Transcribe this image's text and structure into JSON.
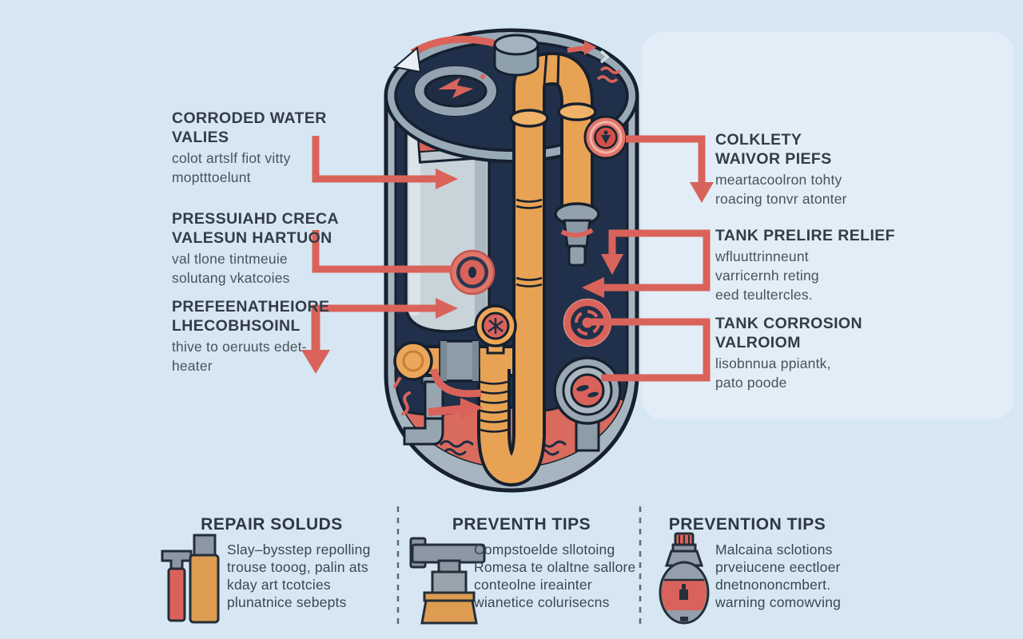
{
  "colors": {
    "background": "#d6e7f3",
    "accent_red": "#d9635a",
    "salmon": "#e0756a",
    "navy_interior": "#20304a",
    "outline_dark": "#16202e",
    "pipe_orange": "#e8a254",
    "steel_gray": "#a6b5c0",
    "sediment_pool": "#d96a5e"
  },
  "diagram": {
    "illustration": "water-heater-cutaway",
    "left_labels": [
      {
        "title": "CORRODED WATER\nVALIES",
        "desc": "colot artslf fiot vitty\nmoptttoelunt"
      },
      {
        "title": "PRESSUIAHD CRECA\nVALESUN HARTUON",
        "desc": "val tlone tintmeuie\nsolutang vkatcoies"
      },
      {
        "title": "PREFEENATHEIORE\nLHECOBHSOINL",
        "desc": "thive to oeruuts edet-\nheater"
      }
    ],
    "right_labels": [
      {
        "title": "COLKLETY\nWAIVOR PIEFS",
        "desc": "meartacoolron tohty\nroacing tonvr atonter"
      },
      {
        "title": "TANK PRELIRE RELIEF",
        "desc": "wfluuttrinneunt\nvarricernh reting\need teultercles."
      },
      {
        "title": "TANK CORROSION\nVALROIOM",
        "desc": "lisobnnua ppiantk,\npato poode"
      }
    ]
  },
  "bottom_sections": [
    {
      "title": "REPAIR SOLUDS",
      "icon": "repair-tools-icon",
      "desc": "Slay–bysstep repolling\ntrouse tooog, palin ats\nkday art tcotcies\nplunatnice sebepts"
    },
    {
      "title": "PREVENTH TIPS",
      "icon": "valve-icon",
      "desc": "Compstoelde sllotoing\nRomesa te olaltne sallore\nconteolne ireainter\nwianetice colurisecns"
    },
    {
      "title": "PREVENTION TIPS",
      "icon": "bottle-icon",
      "desc": "Malcaina sclotions\nprveiucene eectloer\ndnetnononcmbert.\nwarning comowving"
    }
  ]
}
